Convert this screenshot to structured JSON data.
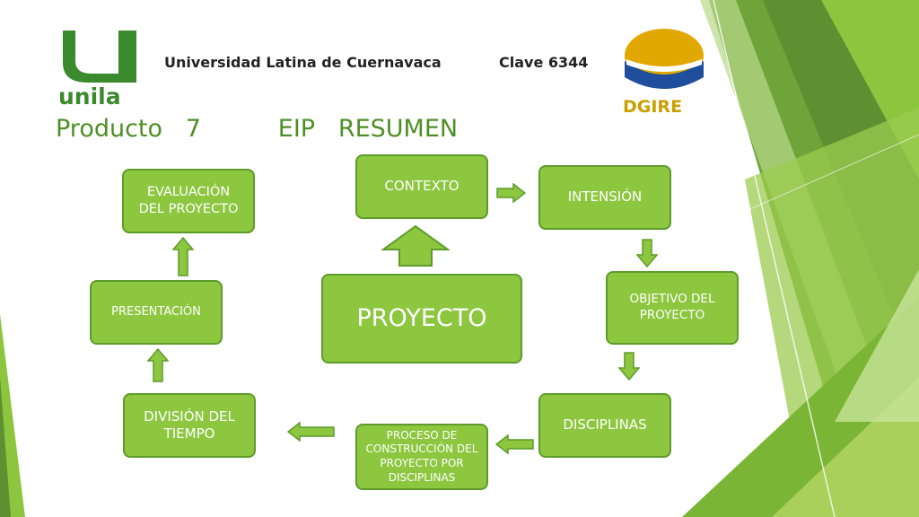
{
  "header": {
    "university": "Universidad Latina de Cuernavaca",
    "clave": "Clave 6344"
  },
  "logos": {
    "left_text": "unila",
    "right_text": "DGIRE"
  },
  "title": "Producto   7          EIP   RESUMEN",
  "nodes": {
    "proyecto": "PROYECTO",
    "contexto": "CONTEXTO",
    "intension": "INTENSIÓN",
    "objetivo": "OBJETIVO DEL PROYECTO",
    "disciplinas": "DISCIPLINAS",
    "proceso": "PROCESO DE CONSTRUCCIÓN DEL PROYECTO POR DISCIPLINAS",
    "division": "DIVISIÓN DEL TIEMPO",
    "presentacion": "PRESENTACIÓN",
    "evaluacion": "EVALUACIÓN DEL PROYECTO"
  },
  "colors": {
    "box_fill": "#8dc63f",
    "box_border": "#5d9c2a",
    "title": "#4e8f25",
    "logo_green": "#3c8a2e",
    "logo_blue": "#1f4e9c",
    "logo_gold": "#e0a800"
  }
}
